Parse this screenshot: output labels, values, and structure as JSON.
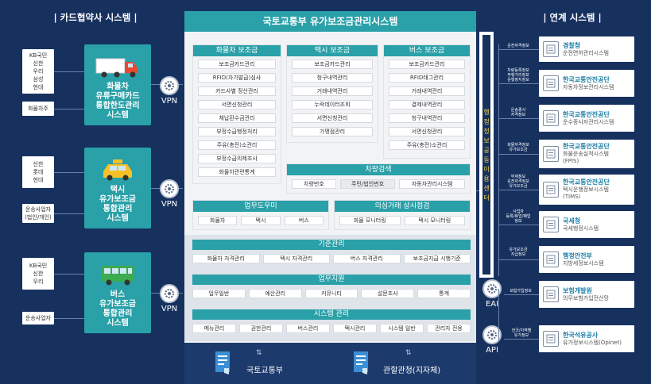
{
  "left": {
    "title": "| 카드협약사 시스템 |",
    "groups": [
      {
        "cards": [
          "KB국민",
          "신한",
          "우리",
          "삼성",
          "현대"
        ],
        "owner": "화물차주",
        "system": [
          "화물차",
          "유류구매카드",
          "통합한도관리",
          "시스템"
        ]
      },
      {
        "cards": [
          "신한",
          "롯데",
          "현대"
        ],
        "owner": [
          "운송사업자",
          "(법인/개인)"
        ],
        "system": [
          "택시",
          "유가보조금",
          "통합관리",
          "시스템"
        ]
      },
      {
        "cards": [
          "KB국민",
          "신한",
          "우리"
        ],
        "owner": "운송사업자",
        "system": [
          "버스",
          "유가보조금",
          "통합관리",
          "시스템"
        ]
      }
    ],
    "vpn": "VPN"
  },
  "center": {
    "title": "국토교통부 유가보조금관리시스템",
    "truck": {
      "head": "화물차 보조금",
      "items": [
        "보조금카드관리",
        "RFID(자가발급)심사",
        "카드사별 정산관리",
        "서면신청관리",
        "체납환수금관리",
        "부정수급행정처리",
        "주유(충전)소관리",
        "부정수급의제조사",
        "화물차관련통계"
      ]
    },
    "taxi": {
      "head": "택시 보조금",
      "items": [
        "보조금카드관리",
        "청구내역관리",
        "거래내역관리",
        "누락데이터조회",
        "서면신청관리",
        "가맹점관리"
      ]
    },
    "bus": {
      "head": "버스 보조금",
      "items": [
        "보조금카드관리",
        "RFID태그관리",
        "거래내역관리",
        "결제내역관리",
        "청구내역관리",
        "서면신청관리",
        "주유(충전)소관리"
      ]
    },
    "vehicle": {
      "head": "차량검색",
      "items": [
        "차량번호",
        "주민/법인번호",
        "자동차관리시스템"
      ]
    },
    "work": {
      "head": "업무도우미",
      "items": [
        "화물차",
        "택시",
        "버스"
      ]
    },
    "suspicious": {
      "head": "의심거래 상시점검",
      "items": [
        "화물 모니터링",
        "택시 모니터링"
      ]
    },
    "standard": {
      "head": "기준관리",
      "items": [
        "화물차 자격관리",
        "택시 자격관리",
        "버스 자격관리",
        "보조금지급 시행기준"
      ]
    },
    "support": {
      "head": "업무지원",
      "items": [
        "업무일반",
        "예산관리",
        "커뮤니티",
        "설문조사",
        "통계"
      ]
    },
    "sysmgmt": {
      "head": "시스템 관리",
      "items": [
        "메뉴관리",
        "권한관리",
        "버스관리",
        "택시관리",
        "시스템 일반",
        "관리자 전용"
      ]
    },
    "bottom": {
      "left": "국토교통부",
      "right": "관할관청(지자체)"
    }
  },
  "right": {
    "title": "| 연계 시스템 |",
    "vertical": [
      "행",
      "정",
      "정",
      "보",
      "공",
      "동",
      "이",
      "용",
      "센",
      "터"
    ],
    "eai": "EAI",
    "api": "API",
    "systems": [
      {
        "label": [
          "운전자격정보"
        ],
        "name": "경찰청",
        "sub": "운전면허관리시스템"
      },
      {
        "label": [
          "차량등록정보",
          "주행거리정보",
          "운행정지정보"
        ],
        "name": "한국교통안전공단",
        "sub": "자동차정보관리시스템"
      },
      {
        "label": [
          "운송종사",
          "자격정보"
        ],
        "name": "한국교통안전공단",
        "sub": "운수종사자관리시스템"
      },
      {
        "label": [
          "화물자격정보",
          "유가보조금"
        ],
        "name": "한국교통안전공단",
        "sub": [
          "화물운송실적시스템",
          "(FPIS)"
        ]
      },
      {
        "label": [
          "부제정보",
          "운전자격정보",
          "유가보조금"
        ],
        "name": "한국교통안전공단",
        "sub": [
          "택시운행정보시스템",
          "(TIMS)"
        ]
      },
      {
        "label": [
          "사업자",
          "등록/휴업/폐업",
          "정보"
        ],
        "name": "국세청",
        "sub": "국세행정시스템"
      },
      {
        "label": [
          "유가보조금",
          "지급정보"
        ],
        "name": "행정안전부",
        "sub": "지방세정보시스템"
      },
      {
        "label": [
          "보험가입정보"
        ],
        "name": "보험개발원",
        "sub": "의무보험가입전산망"
      },
      {
        "label": [
          "전국/지역별",
          "유가정보"
        ],
        "name": "한국석유공사",
        "sub": "유가정보시스템(Opinet)"
      }
    ]
  },
  "colors": {
    "bg": "#17315f",
    "teal": "#2aa0a8",
    "green": "#3dab4f"
  }
}
